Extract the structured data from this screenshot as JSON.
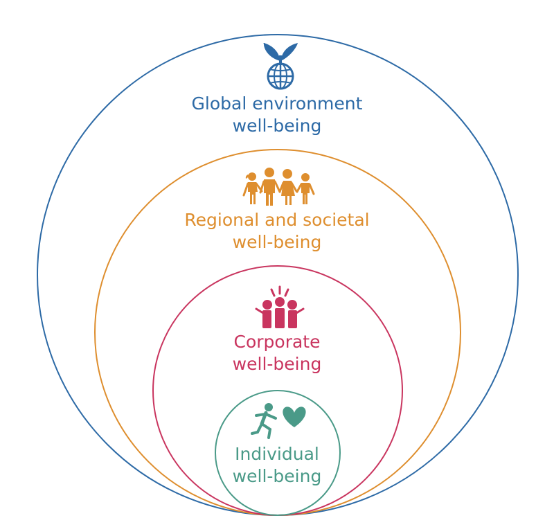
{
  "colors": {
    "global": "#2d6aa6",
    "regional": "#de8e2e",
    "corporate": "#c9355f",
    "individual": "#4a9a88"
  },
  "circles": [
    {
      "id": "global",
      "icon": "globe-sprout-icon",
      "label_lines": [
        "Global environment",
        "well-being"
      ]
    },
    {
      "id": "regional",
      "icon": "people-group-icon",
      "label_lines": [
        "Regional and societal",
        "well-being"
      ]
    },
    {
      "id": "corporate",
      "icon": "team-cheering-icon",
      "label_lines": [
        "Corporate",
        "well-being"
      ]
    },
    {
      "id": "individual",
      "icon": "runner-heart-icon",
      "label_lines": [
        "Individual",
        "well-being"
      ]
    }
  ]
}
